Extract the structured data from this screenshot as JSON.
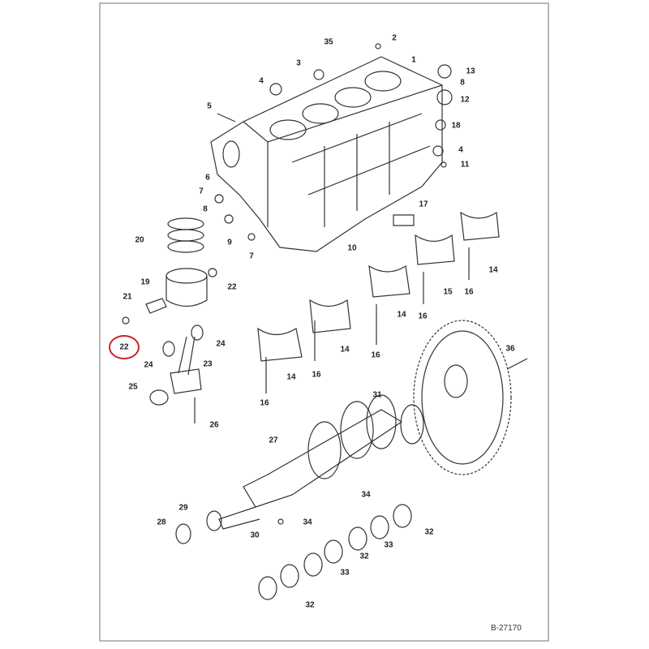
{
  "diagram_id": "B-27170",
  "highlighted_callout": "22",
  "highlight_color": "#c8262c",
  "callouts": [
    "1",
    "2",
    "35",
    "3",
    "13",
    "8",
    "4",
    "12",
    "5",
    "18",
    "4",
    "11",
    "6",
    "7",
    "8",
    "17",
    "20",
    "9",
    "7",
    "10",
    "14",
    "22",
    "19",
    "15",
    "16",
    "21",
    "14",
    "16",
    "24",
    "22",
    "14",
    "16",
    "14",
    "16",
    "36",
    "23",
    "24",
    "25",
    "31",
    "16",
    "26",
    "27",
    "34",
    "29",
    "28",
    "34",
    "32",
    "30",
    "33",
    "32",
    "33",
    "32"
  ]
}
